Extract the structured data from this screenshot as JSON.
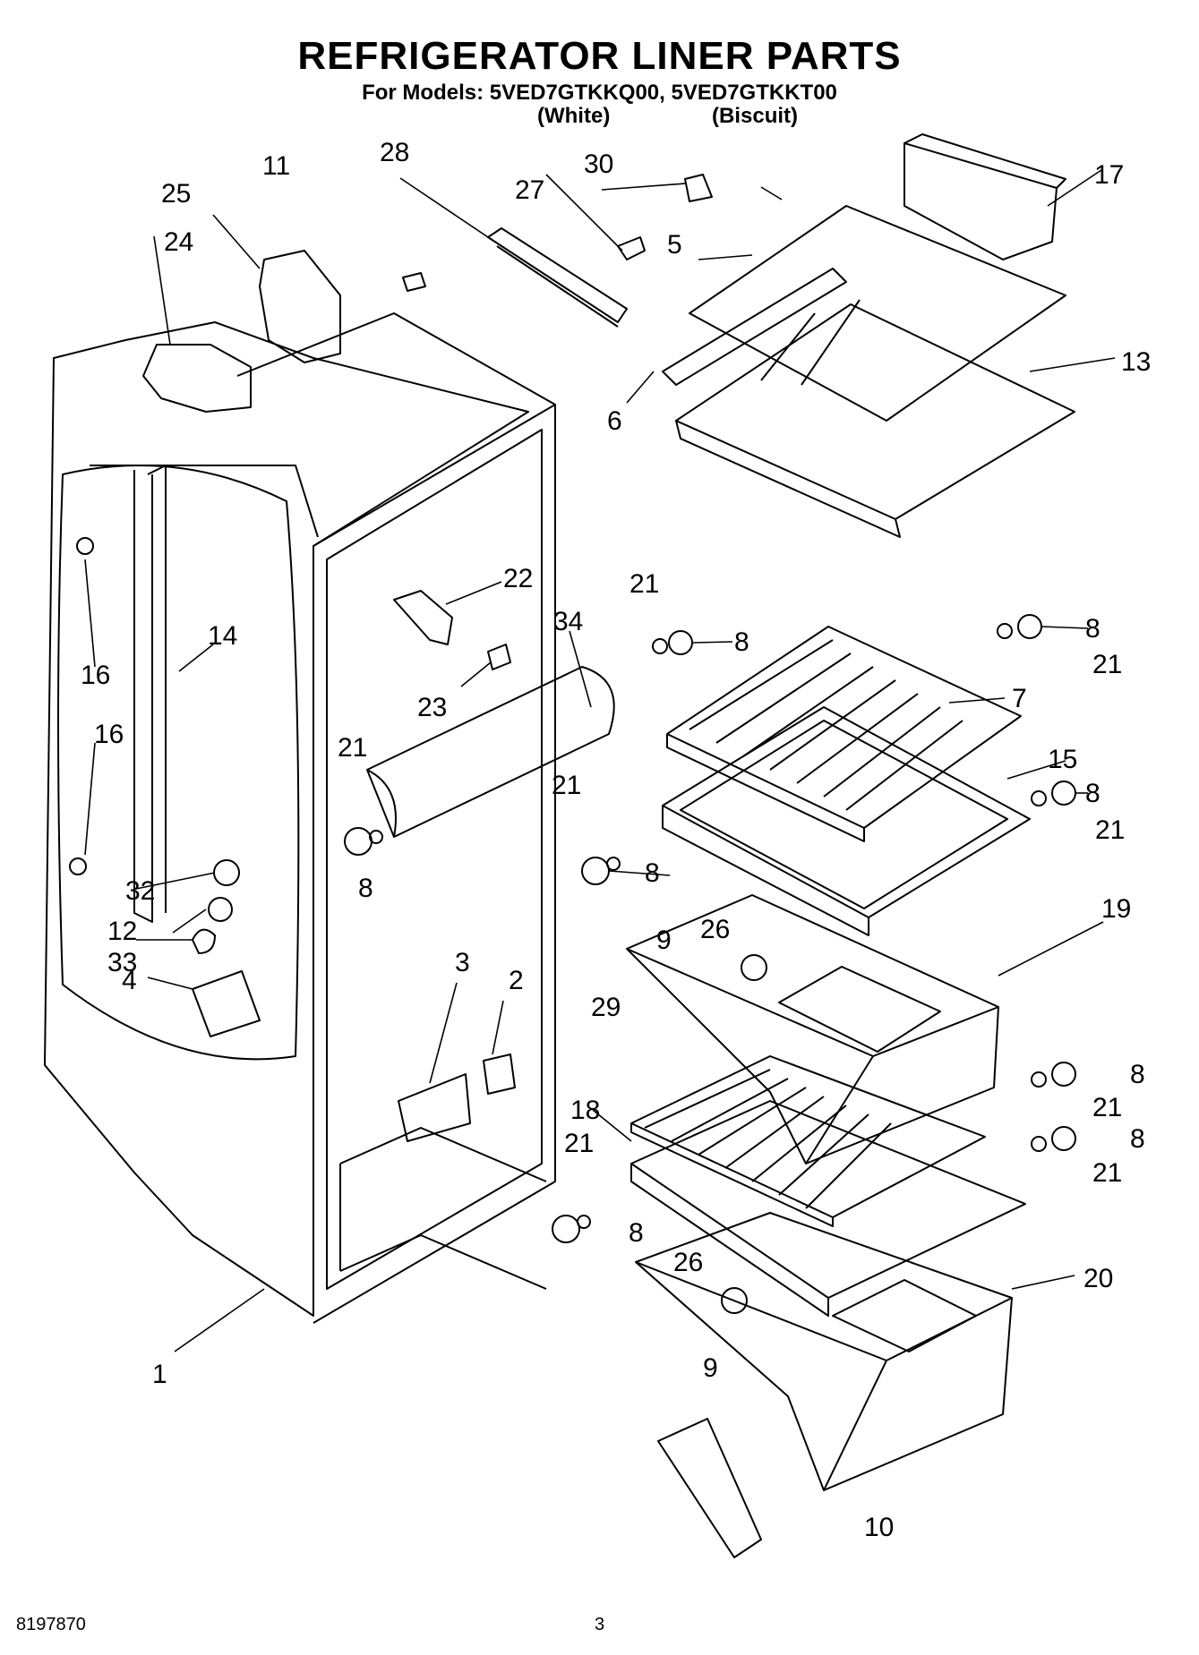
{
  "title": "REFRIGERATOR LINER PARTS",
  "subtitle": "For Models: 5VED7GTKKQ00, 5VED7GTKKT00",
  "variants": [
    "(White)",
    "(Biscuit)"
  ],
  "footer": {
    "doc_number": "8197870",
    "page_number": "3"
  },
  "callouts": [
    "1",
    "2",
    "3",
    "4",
    "5",
    "6",
    "7",
    "8",
    "9",
    "10",
    "11",
    "12",
    "13",
    "14",
    "15",
    "16",
    "17",
    "18",
    "19",
    "20",
    "21",
    "22",
    "23",
    "24",
    "25",
    "26",
    "27",
    "28",
    "29",
    "30",
    "32",
    "33",
    "34"
  ]
}
